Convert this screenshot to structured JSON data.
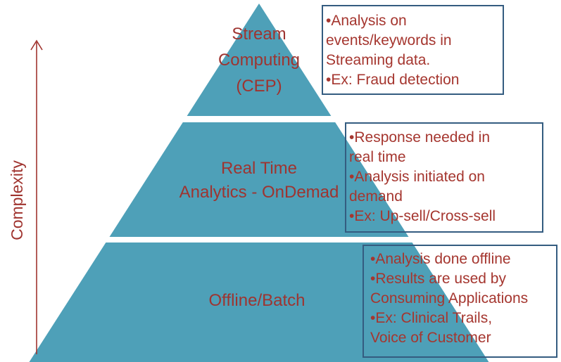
{
  "axis": {
    "label": "Complexity"
  },
  "pyramid": {
    "tiers": [
      {
        "id": "stream-computing",
        "label_lines": [
          "Stream",
          "Computing",
          "(CEP)"
        ]
      },
      {
        "id": "realtime-analytics",
        "label_lines": [
          "Real Time",
          "Analytics - OnDemad"
        ]
      },
      {
        "id": "offline-batch",
        "label_lines": [
          "Offline/Batch"
        ]
      }
    ]
  },
  "callouts": [
    {
      "id": "stream-computing-notes",
      "lines": [
        "•Analysis on",
        "events/keywords in",
        "Streaming data.",
        "•Ex: Fraud detection"
      ]
    },
    {
      "id": "realtime-analytics-notes",
      "lines": [
        "•Response needed in",
        "real time",
        "•Analysis initiated on",
        "demand",
        "•Ex: Up-sell/Cross-sell"
      ]
    },
    {
      "id": "offline-batch-notes",
      "lines": [
        "•Analysis done offline",
        "•Results are used by",
        "Consuming Applications",
        "•Ex: Clinical Trails,",
        "Voice of Customer"
      ]
    }
  ],
  "colors": {
    "pyramid_fill": "#4EA0B8",
    "tier_text": "#9E3430",
    "callout_text": "#A5362F",
    "callout_border": "#345C80",
    "axis": "#A0342F",
    "background": "#FFFFFF"
  }
}
